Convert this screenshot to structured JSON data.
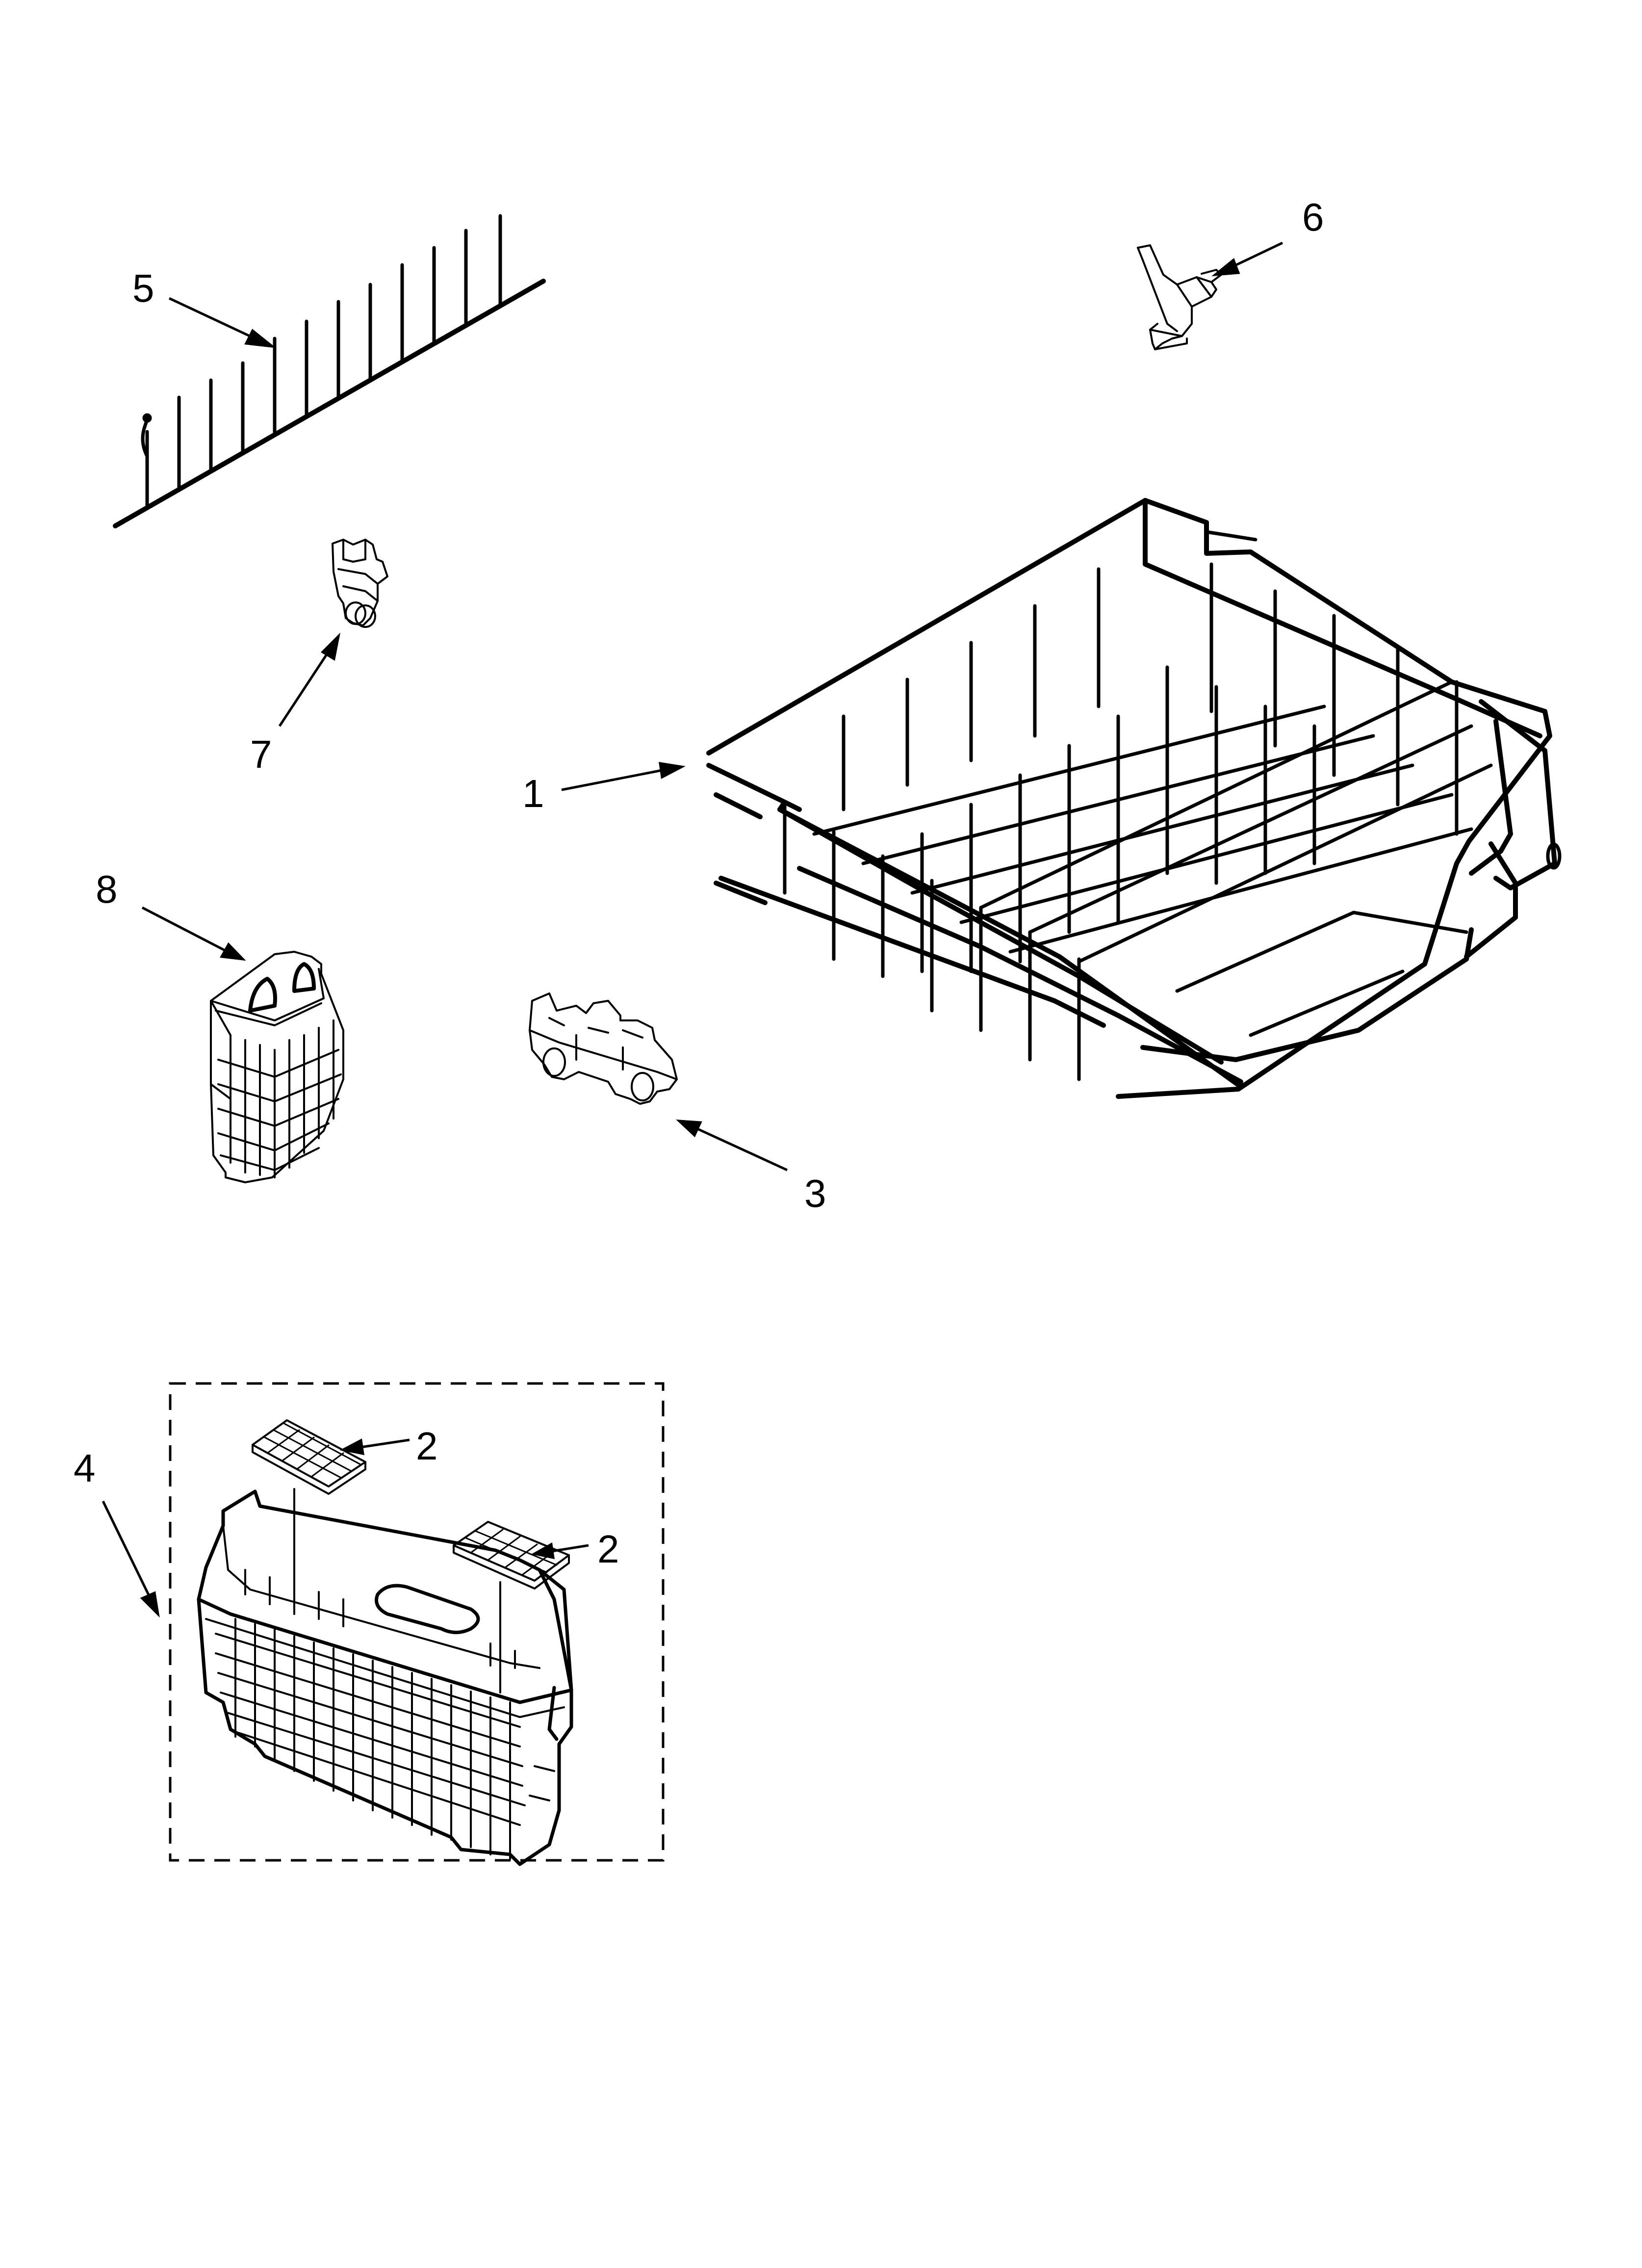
{
  "diagram": {
    "background_color": "#ffffff",
    "line_color": "#000000",
    "callouts": [
      {
        "id": "1",
        "label": "1",
        "part": "lower-rack"
      },
      {
        "id": "2a",
        "label": "2",
        "part": "basket-lid"
      },
      {
        "id": "2b",
        "label": "2",
        "part": "basket-lid"
      },
      {
        "id": "3",
        "label": "3",
        "part": "rack-wheel"
      },
      {
        "id": "4",
        "label": "4",
        "part": "silverware-basket"
      },
      {
        "id": "5",
        "label": "5",
        "part": "tine-row"
      },
      {
        "id": "6",
        "label": "6",
        "part": "clip"
      },
      {
        "id": "7",
        "label": "7",
        "part": "roller"
      },
      {
        "id": "8",
        "label": "8",
        "part": "small-basket"
      }
    ]
  }
}
